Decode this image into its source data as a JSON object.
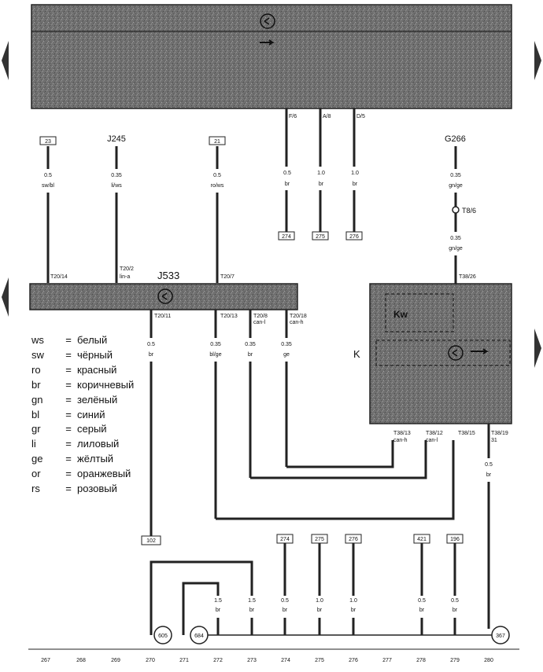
{
  "nav": {
    "left_arrow": "arrow-left-icon",
    "right_arrow": "arrow-right-icon"
  },
  "colors": {
    "module_fill": "#6e6e6e",
    "wire": "#222222",
    "paper": "#ffffff"
  },
  "top_module": {
    "pins": [
      "F/6",
      "A/8",
      "D/5"
    ],
    "wires": [
      {
        "size": "0.5",
        "color": "br",
        "dest": "274"
      },
      {
        "size": "1.0",
        "color": "br",
        "dest": "275"
      },
      {
        "size": "1.0",
        "color": "br",
        "dest": "276"
      }
    ]
  },
  "upper_inputs": [
    {
      "ref": "23",
      "size": "0.5",
      "color": "sw/bl",
      "pin": "T20/14"
    },
    {
      "ref": "J245",
      "size": "0.35",
      "color": "li/ws",
      "pin": "T20/2",
      "pin_sub": "lin-a"
    },
    {
      "ref": "21",
      "size": "0.5",
      "color": "ro/ws",
      "pin": "T20/7"
    }
  ],
  "j533": {
    "label": "J533",
    "outputs": [
      {
        "pin": "T20/11",
        "size": "0.5",
        "color": "br"
      },
      {
        "pin": "T20/13",
        "size": "0.35",
        "color": "bl/ge"
      },
      {
        "pin": "T20/8",
        "pin_sub": "can-l",
        "size": "0.35",
        "color": "br"
      },
      {
        "pin": "T20/18",
        "pin_sub": "can-h",
        "size": "0.35",
        "color": "ge"
      }
    ]
  },
  "g_sensor": {
    "label": "G266",
    "size1": "0.35",
    "color1": "gn/ge",
    "thermo": "T8/6",
    "size2": "0.35",
    "color2": "gn/ge",
    "pin": "T38/26"
  },
  "k_cluster": {
    "label": "K",
    "kw_label": "Kw",
    "pins_bottom": [
      {
        "pin": "T38/13",
        "sub": "can-h"
      },
      {
        "pin": "T38/12",
        "sub": "can-l"
      },
      {
        "pin": "T38/15",
        "sub": ""
      },
      {
        "pin": "T38/19",
        "sub": "31"
      }
    ],
    "ground_size": "0.5",
    "ground_color": "br"
  },
  "legend": [
    {
      "code": "ws",
      "name": "белый"
    },
    {
      "code": "sw",
      "name": "чёрный"
    },
    {
      "code": "ro",
      "name": "красный"
    },
    {
      "code": "br",
      "name": "коричневый"
    },
    {
      "code": "gn",
      "name": "зелёный"
    },
    {
      "code": "bl",
      "name": "синий"
    },
    {
      "code": "gr",
      "name": "серый"
    },
    {
      "code": "li",
      "name": "лиловый"
    },
    {
      "code": "ge",
      "name": "жёлтый"
    },
    {
      "code": "or",
      "name": "оранжевый"
    },
    {
      "code": "rs",
      "name": "розовый"
    }
  ],
  "bottom_refs": [
    "102",
    "274",
    "275",
    "276",
    "421",
    "196"
  ],
  "bottom_wires": [
    {
      "size": "1.5",
      "color": "br"
    },
    {
      "size": "1.5",
      "color": "br"
    },
    {
      "size": "0.5",
      "color": "br"
    },
    {
      "size": "1.0",
      "color": "br"
    },
    {
      "size": "1.0",
      "color": "br"
    },
    {
      "size": "0.5",
      "color": "br"
    },
    {
      "size": "0.5",
      "color": "br"
    }
  ],
  "ground_points": [
    "605",
    "684",
    "367"
  ],
  "column_numbers": [
    "267",
    "268",
    "269",
    "270",
    "271",
    "272",
    "273",
    "274",
    "275",
    "276",
    "277",
    "278",
    "279",
    "280"
  ]
}
